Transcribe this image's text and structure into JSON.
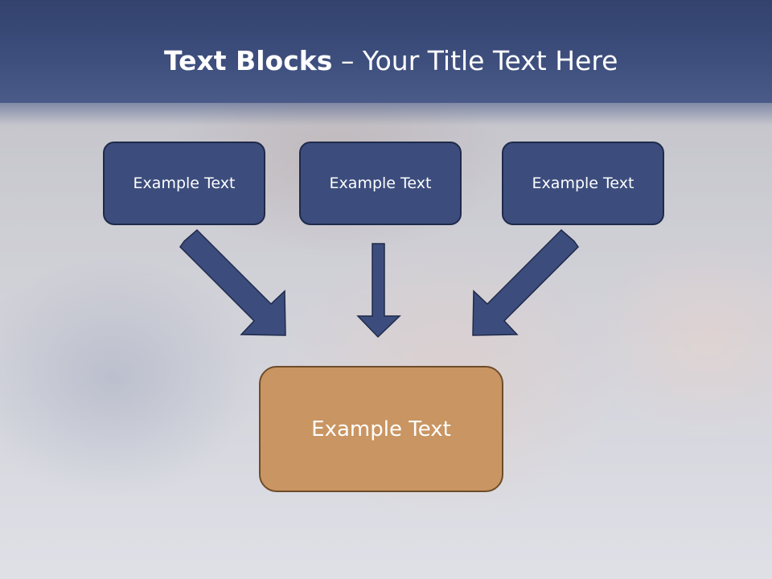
{
  "slide": {
    "title_bold": "Text Blocks",
    "title_separator": " – ",
    "title_rest": "Your Title Text Here"
  },
  "blocks": [
    {
      "label": "Example Text"
    },
    {
      "label": "Example Text"
    },
    {
      "label": "Example Text"
    }
  ],
  "target": {
    "label": "Example Text"
  },
  "colors": {
    "title_bar": "#3e4f7e",
    "block_fill": "#3c4d7d",
    "block_border": "#1f2a4a",
    "target_fill": "#c99562",
    "target_border": "#6e4c2a",
    "arrow_fill": "#3c4d7d"
  }
}
